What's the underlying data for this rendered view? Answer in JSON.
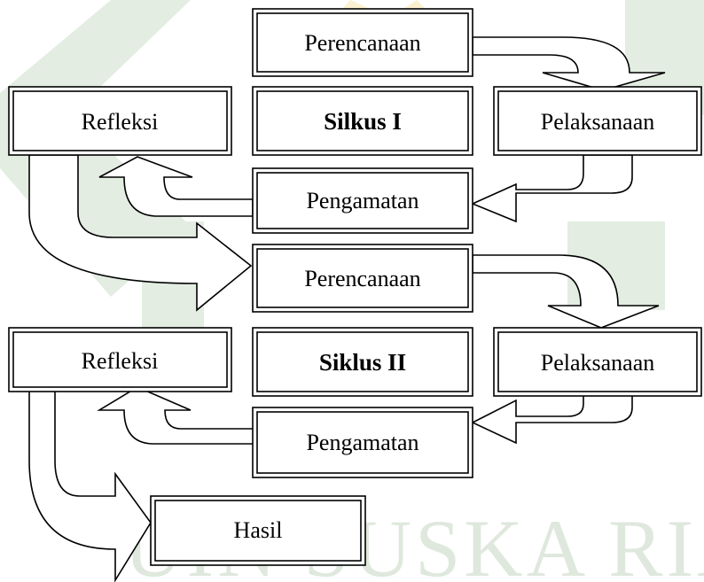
{
  "watermark": {
    "text": "UIN SUSKA RIAU"
  },
  "cycle1": {
    "title": "Silkus I",
    "perencanaan": "Perencanaan",
    "pelaksanaan": "Pelaksanaan",
    "pengamatan": "Pengamatan",
    "refleksi": "Refleksi"
  },
  "cycle2": {
    "title": "Siklus II",
    "perencanaan": "Perencanaan",
    "pelaksanaan": "Pelaksanaan",
    "pengamatan": "Pengamatan",
    "refleksi": "Refleksi"
  },
  "result": {
    "label": "Hasil"
  },
  "colors": {
    "watermark_green": "#e3ede2",
    "watermark_gold": "#fbf1cf",
    "stroke": "#000000"
  }
}
